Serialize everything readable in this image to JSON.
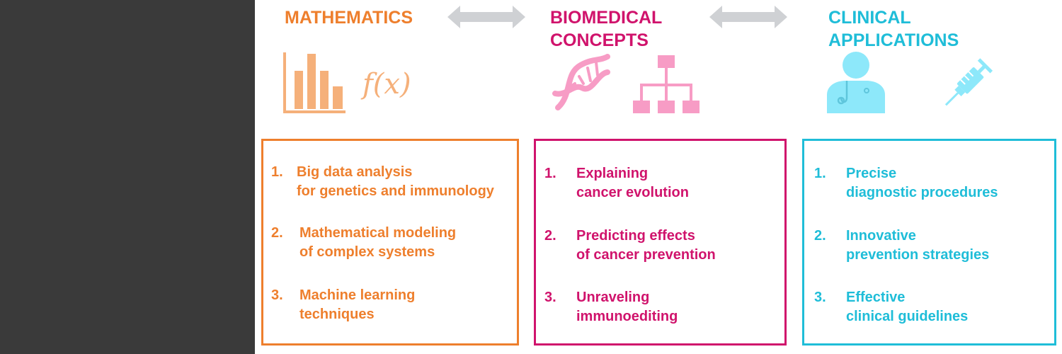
{
  "colors": {
    "background_left": "#3a3a3a",
    "mathematics": "#ee7f2d",
    "mathematics_light": "#f5b07a",
    "biomedical": "#d0136c",
    "biomedical_light": "#f79cc5",
    "clinical": "#1fbdd8",
    "clinical_light": "#8de8fa",
    "arrow": "#cfd1d4"
  },
  "columns": [
    {
      "title_lines": [
        "MATHEMATICS"
      ],
      "icons": [
        "bar-chart-icon",
        "function-icon"
      ],
      "function_label": "f(x)",
      "items": [
        {
          "num": "1.",
          "lines": [
            "Big data analysis",
            "for genetics and immunology"
          ]
        },
        {
          "num": "2.",
          "lines": [
            "Mathematical modeling",
            "of complex systems"
          ]
        },
        {
          "num": "3.",
          "lines": [
            "Machine learning",
            "techniques"
          ]
        }
      ]
    },
    {
      "title_lines": [
        "BIOMEDICAL",
        "CONCEPTS"
      ],
      "icons": [
        "dna-icon",
        "hierarchy-icon"
      ],
      "items": [
        {
          "num": "1.",
          "lines": [
            "Explaining",
            "cancer evolution"
          ]
        },
        {
          "num": "2.",
          "lines": [
            "Predicting effects",
            "of cancer prevention"
          ]
        },
        {
          "num": "3.",
          "lines": [
            "Unraveling",
            "immunoediting"
          ]
        }
      ]
    },
    {
      "title_lines": [
        "CLINICAL",
        "APPLICATIONS"
      ],
      "icons": [
        "doctor-icon",
        "syringe-icon"
      ],
      "items": [
        {
          "num": "1.",
          "lines": [
            "Precise",
            "diagnostic procedures"
          ]
        },
        {
          "num": "2.",
          "lines": [
            "Innovative",
            "prevention strategies"
          ]
        },
        {
          "num": "3.",
          "lines": [
            "Effective",
            "clinical guidelines"
          ]
        }
      ]
    }
  ]
}
